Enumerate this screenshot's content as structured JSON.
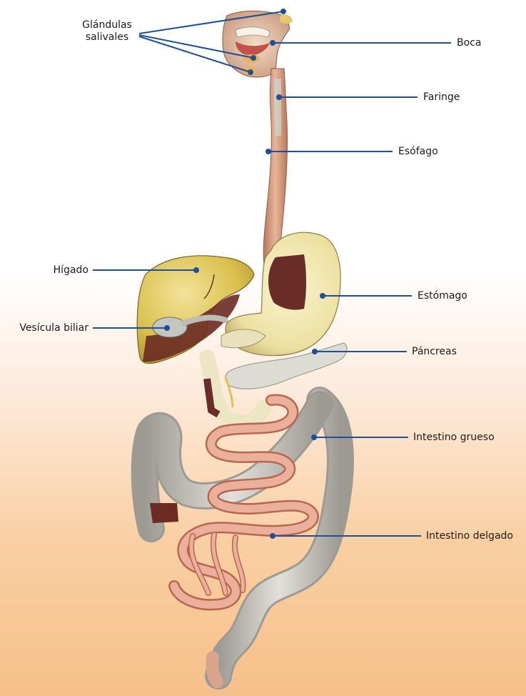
{
  "labels": {
    "glandulas": "Glándulas salivales",
    "boca": "Boca",
    "faringe": "Faringe",
    "esofago": "Esófago",
    "higado": "Hígado",
    "estomago": "Estómago",
    "vesicula": "Vesícula biliar",
    "pancreas": "Páncreas",
    "intestino_grueso": "Intestino grueso",
    "intestino_delgado": "Intestino delgado"
  },
  "colors": {
    "leader": "#1f4f96",
    "dot": "#1f4f96",
    "liver": "#e6d06a",
    "stomach": "#f2e7a4",
    "stomach_inner": "#6a2c26",
    "esophagus": "#d79c7f",
    "colon": "#c9c7c2",
    "small_intestine": "#e7a58d",
    "pancreas": "#d9dbd6"
  }
}
